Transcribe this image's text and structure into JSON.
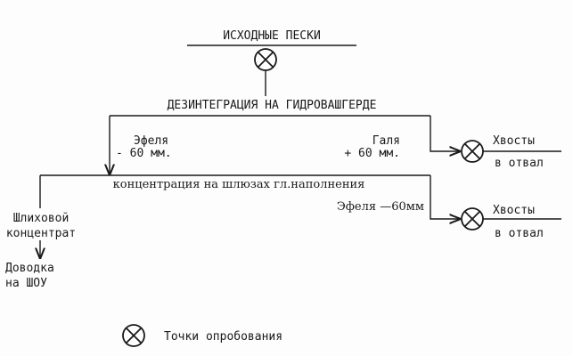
{
  "title": "ИСХОДНЫЕ ПЕСКИ",
  "stage1": {
    "label": "ДЕЗИНТЕГРАЦИЯ НА ГИДРОВАШГЕРДЕ",
    "left_output": {
      "line1": "Эфеля",
      "line2": "- 60 мм."
    },
    "right_output": {
      "line1": "Галя",
      "line2": "+ 60 мм."
    },
    "tailings": {
      "line1": "Хвосты",
      "line2": "в отвал"
    }
  },
  "stage2": {
    "label": "концентрация на шлюзах гл.наполнения",
    "right_output": "Эфеля —60мм",
    "tailings": {
      "line1": "Хвосты",
      "line2": "в отвал"
    },
    "concentrate": {
      "line1": "Шлиховой",
      "line2": "концентрат"
    }
  },
  "final": {
    "line1": "Доводка",
    "line2": "на ШОУ"
  },
  "legend": {
    "label": "Точки опробования",
    "icon": "sampling-point-icon"
  }
}
